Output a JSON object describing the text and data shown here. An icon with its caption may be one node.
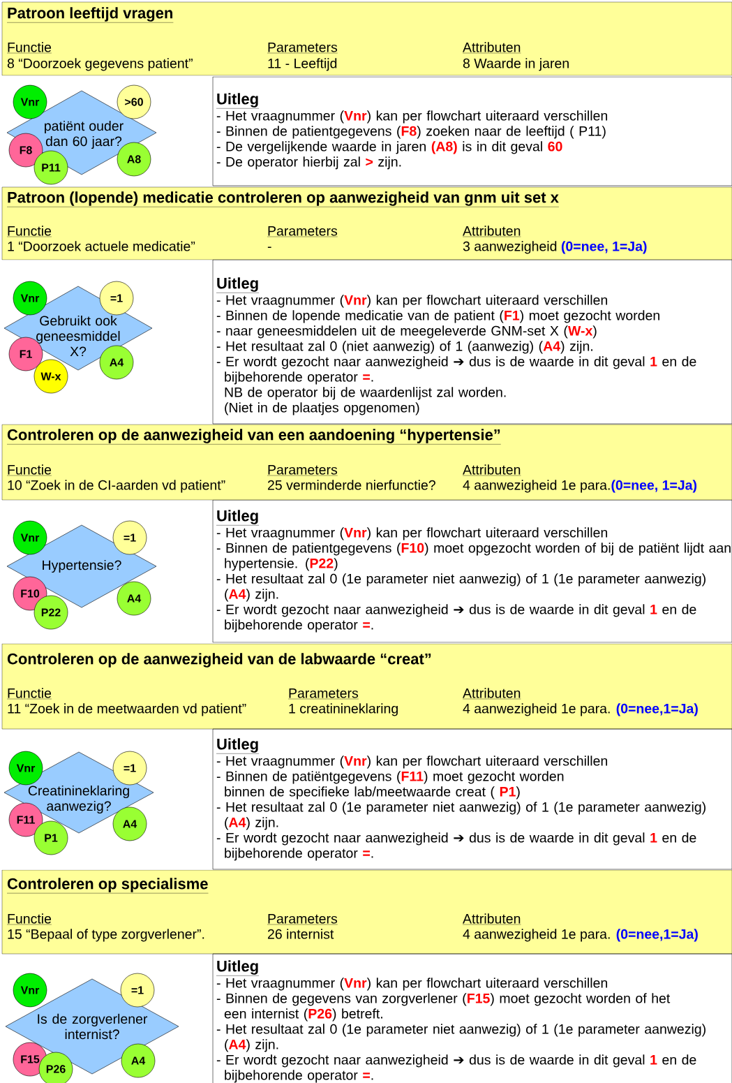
{
  "diagram": {
    "nodes": [
      {
        "text": [
          "Patroon leeftijd vragen",
          "Functie",
          "8 “Doorzoek gegevens patient”",
          "Parameters",
          "11 - Leeftijd",
          "Attributen",
          "8 Waarde in jaren"
        ]
      },
      {
        "text": [
          "patiënt ouder dan 60 jaar?"
        ]
      },
      {
        "text": [
          "Vnr"
        ]
      },
      {
        "text": [
          ">60"
        ]
      },
      {
        "text": [
          "F8"
        ]
      },
      {
        "text": [
          "P11"
        ]
      },
      {
        "text": [
          "A8"
        ]
      },
      {
        "text": [
          "Uitleg",
          "- Het vraagnummer (**Vnr**) kan per flowchart uiteraard verschillen",
          "- Binnen de patientgegevens (**F8**) zoeken naar de leeftijd ( P11)",
          "- De vergelijkende waarde in jaren **(A8)** is in dit geval **60**",
          "- De operator hierbij zal **>** zijn."
        ]
      },
      {
        "text": [
          "Patroon (lopende) medicatie controleren op aanwezigheid van gnm uit set x",
          "Functie",
          "1 “Doorzoek actuele medicatie”",
          "Parameters",
          "-",
          "Attributen",
          "3 aanwezigheid **(0=nee, 1=Ja)**"
        ]
      },
      {
        "text": [
          "Gebruikt ook geneesmiddel X?"
        ]
      },
      {
        "text": [
          "Vnr"
        ]
      },
      {
        "text": [
          "=1"
        ]
      },
      {
        "text": [
          "F1"
        ]
      },
      {
        "text": [
          "W-x"
        ]
      },
      {
        "text": [
          "A4"
        ]
      },
      {
        "text": [
          "Uitleg",
          "- Het vraagnummer (**Vnr**) kan per flowchart uiteraard verschillen",
          "- Binnen de lopende medicatie van de patient (**F1**) moet gezocht worden",
          "- naar geneesmiddelen uit de meegeleverde GNM-set X (**W-x**)",
          "- Het resultaat zal 0 (niet aanwezig) of 1 (aanwezig) (**A4**) zijn.",
          "- Er wordt gezocht naar aanwezigheid ➔ dus is de waarde in dit geval **1** en de bijbehorende operator **=**.",
          "NB de operator bij de waardenlijst zal worden.",
          "(Niet in de plaatjes opgenomen)"
        ]
      },
      {
        "text": [
          "Controleren op de aanwezigheid van een aandoening “hypertensie”",
          "Functie",
          "10 “Zoek in de CI-aarden vd patient”",
          "Parameters",
          "25 verminderde nierfunctie?",
          "Attributen",
          "4 aanwezigheid 1e para.**(0=nee, 1=Ja)**"
        ]
      },
      {
        "text": [
          "Hypertensie?"
        ]
      },
      {
        "text": [
          "Vnr"
        ]
      },
      {
        "text": [
          "=1"
        ]
      },
      {
        "text": [
          "F10"
        ]
      },
      {
        "text": [
          "P22"
        ]
      },
      {
        "text": [
          "A4"
        ]
      },
      {
        "text": [
          "Uitleg",
          "- Het vraagnummer (**Vnr**) kan per flowchart uiteraard verschillen",
          "- Binnen de patientgegevens (**F10**) moet opgezocht worden of bij de patiënt lijdt aan hypertensie. (**P22**)",
          "- Het resultaat zal 0 (1e parameter niet aanwezig) of 1 (1e parameter aanwezig) (**A4**) zijn.",
          "- Er wordt gezocht naar aanwezigheid ➔ dus is de waarde in dit geval **1** en de bijbehorende operator **=**."
        ]
      },
      {
        "text": [
          "Controleren op de aanwezigheid van de labwaarde “creat”",
          "Functie",
          "11 “Zoek in de meetwaarden vd patient”",
          "Parameters",
          "1 creatinineklaring",
          "Attributen",
          "4 aanwezigheid 1e para. **(0=nee,1=Ja)**"
        ]
      },
      {
        "text": [
          "Creatinineklaring aanwezig?"
        ]
      },
      {
        "text": [
          "Vnr"
        ]
      },
      {
        "text": [
          "=1"
        ]
      },
      {
        "text": [
          "F11"
        ]
      },
      {
        "text": [
          "P1"
        ]
      },
      {
        "text": [
          "A4"
        ]
      },
      {
        "text": [
          "Uitleg",
          "- Het vraagnummer (**Vnr**) kan per flowchart uiteraard verschillen",
          "- Binnen de patiëntgegevens (**F11**) moet gezocht worden binnen de specifieke lab/meetwaarde creat ( **P1**)",
          "- Het resultaat zal 0 (1e parameter niet aanwezig) of 1 (1e parameter aanwezig) (**A4**) zijn.",
          "- Er wordt gezocht naar aanwezigheid ➔ dus is de waarde in dit geval **1** en de bijbehorende operator **=**."
        ]
      },
      {
        "text": [
          "Controleren op specialisme",
          "Functie",
          "15 “Bepaal of type zorgverlener”.",
          "Parameters",
          "26 internist",
          "Attributen",
          "4 aanwezigheid 1e para. **(0=nee,1=Ja)**"
        ]
      },
      {
        "text": [
          "Is de zorgverlener internist?"
        ]
      },
      {
        "text": [
          "Vnr"
        ]
      },
      {
        "text": [
          "=1"
        ]
      },
      {
        "text": [
          "F15"
        ]
      },
      {
        "text": [
          "P26"
        ]
      },
      {
        "text": [
          "A4"
        ]
      },
      {
        "text": [
          "Uitleg",
          "- Het vraagnummer (**Vnr**) kan per flowchart uiteraard verschillen",
          "- Binnen de gegevens van zorgverlener (**F15**) moet gezocht worden of het een internist (**P26**) betreft.",
          "- Het resultaat zal 0 (1e parameter niet aanwezig) of 1 (1e parameter aanwezig) (**A4**) zijn.",
          "- Er wordt gezocht naar aanwezigheid ➔ dus is de waarde in dit geval **1** en de bijbehorende operator **=**."
        ]
      }
    ]
  }
}
